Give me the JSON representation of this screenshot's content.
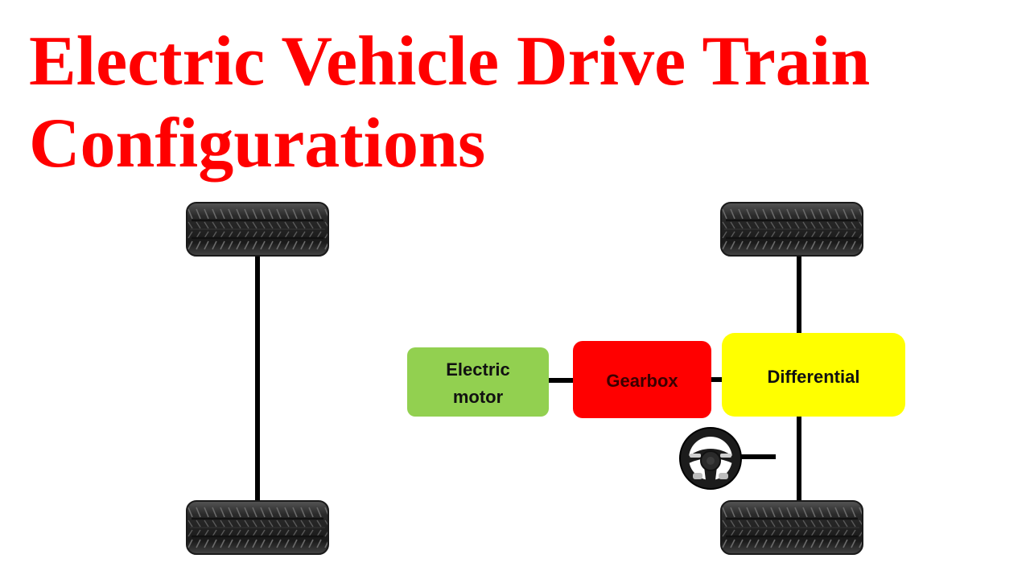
{
  "title": {
    "line1": "Electric Vehicle Drive Train",
    "line2": "Configurations"
  },
  "components": {
    "motor": {
      "line1": "Electric",
      "line2": "motor",
      "color": "#92d050"
    },
    "gearbox": {
      "label": "Gearbox",
      "color": "#ff0000"
    },
    "differential": {
      "label": "Differential",
      "color": "#ffff00"
    }
  },
  "colors": {
    "title": "#ff0000",
    "shaft": "#000000",
    "tire": "#2b2b2b"
  },
  "icons": {
    "wheels": [
      "tire-icon",
      "tire-icon",
      "tire-icon",
      "tire-icon"
    ],
    "steering": "steering-wheel-icon"
  }
}
